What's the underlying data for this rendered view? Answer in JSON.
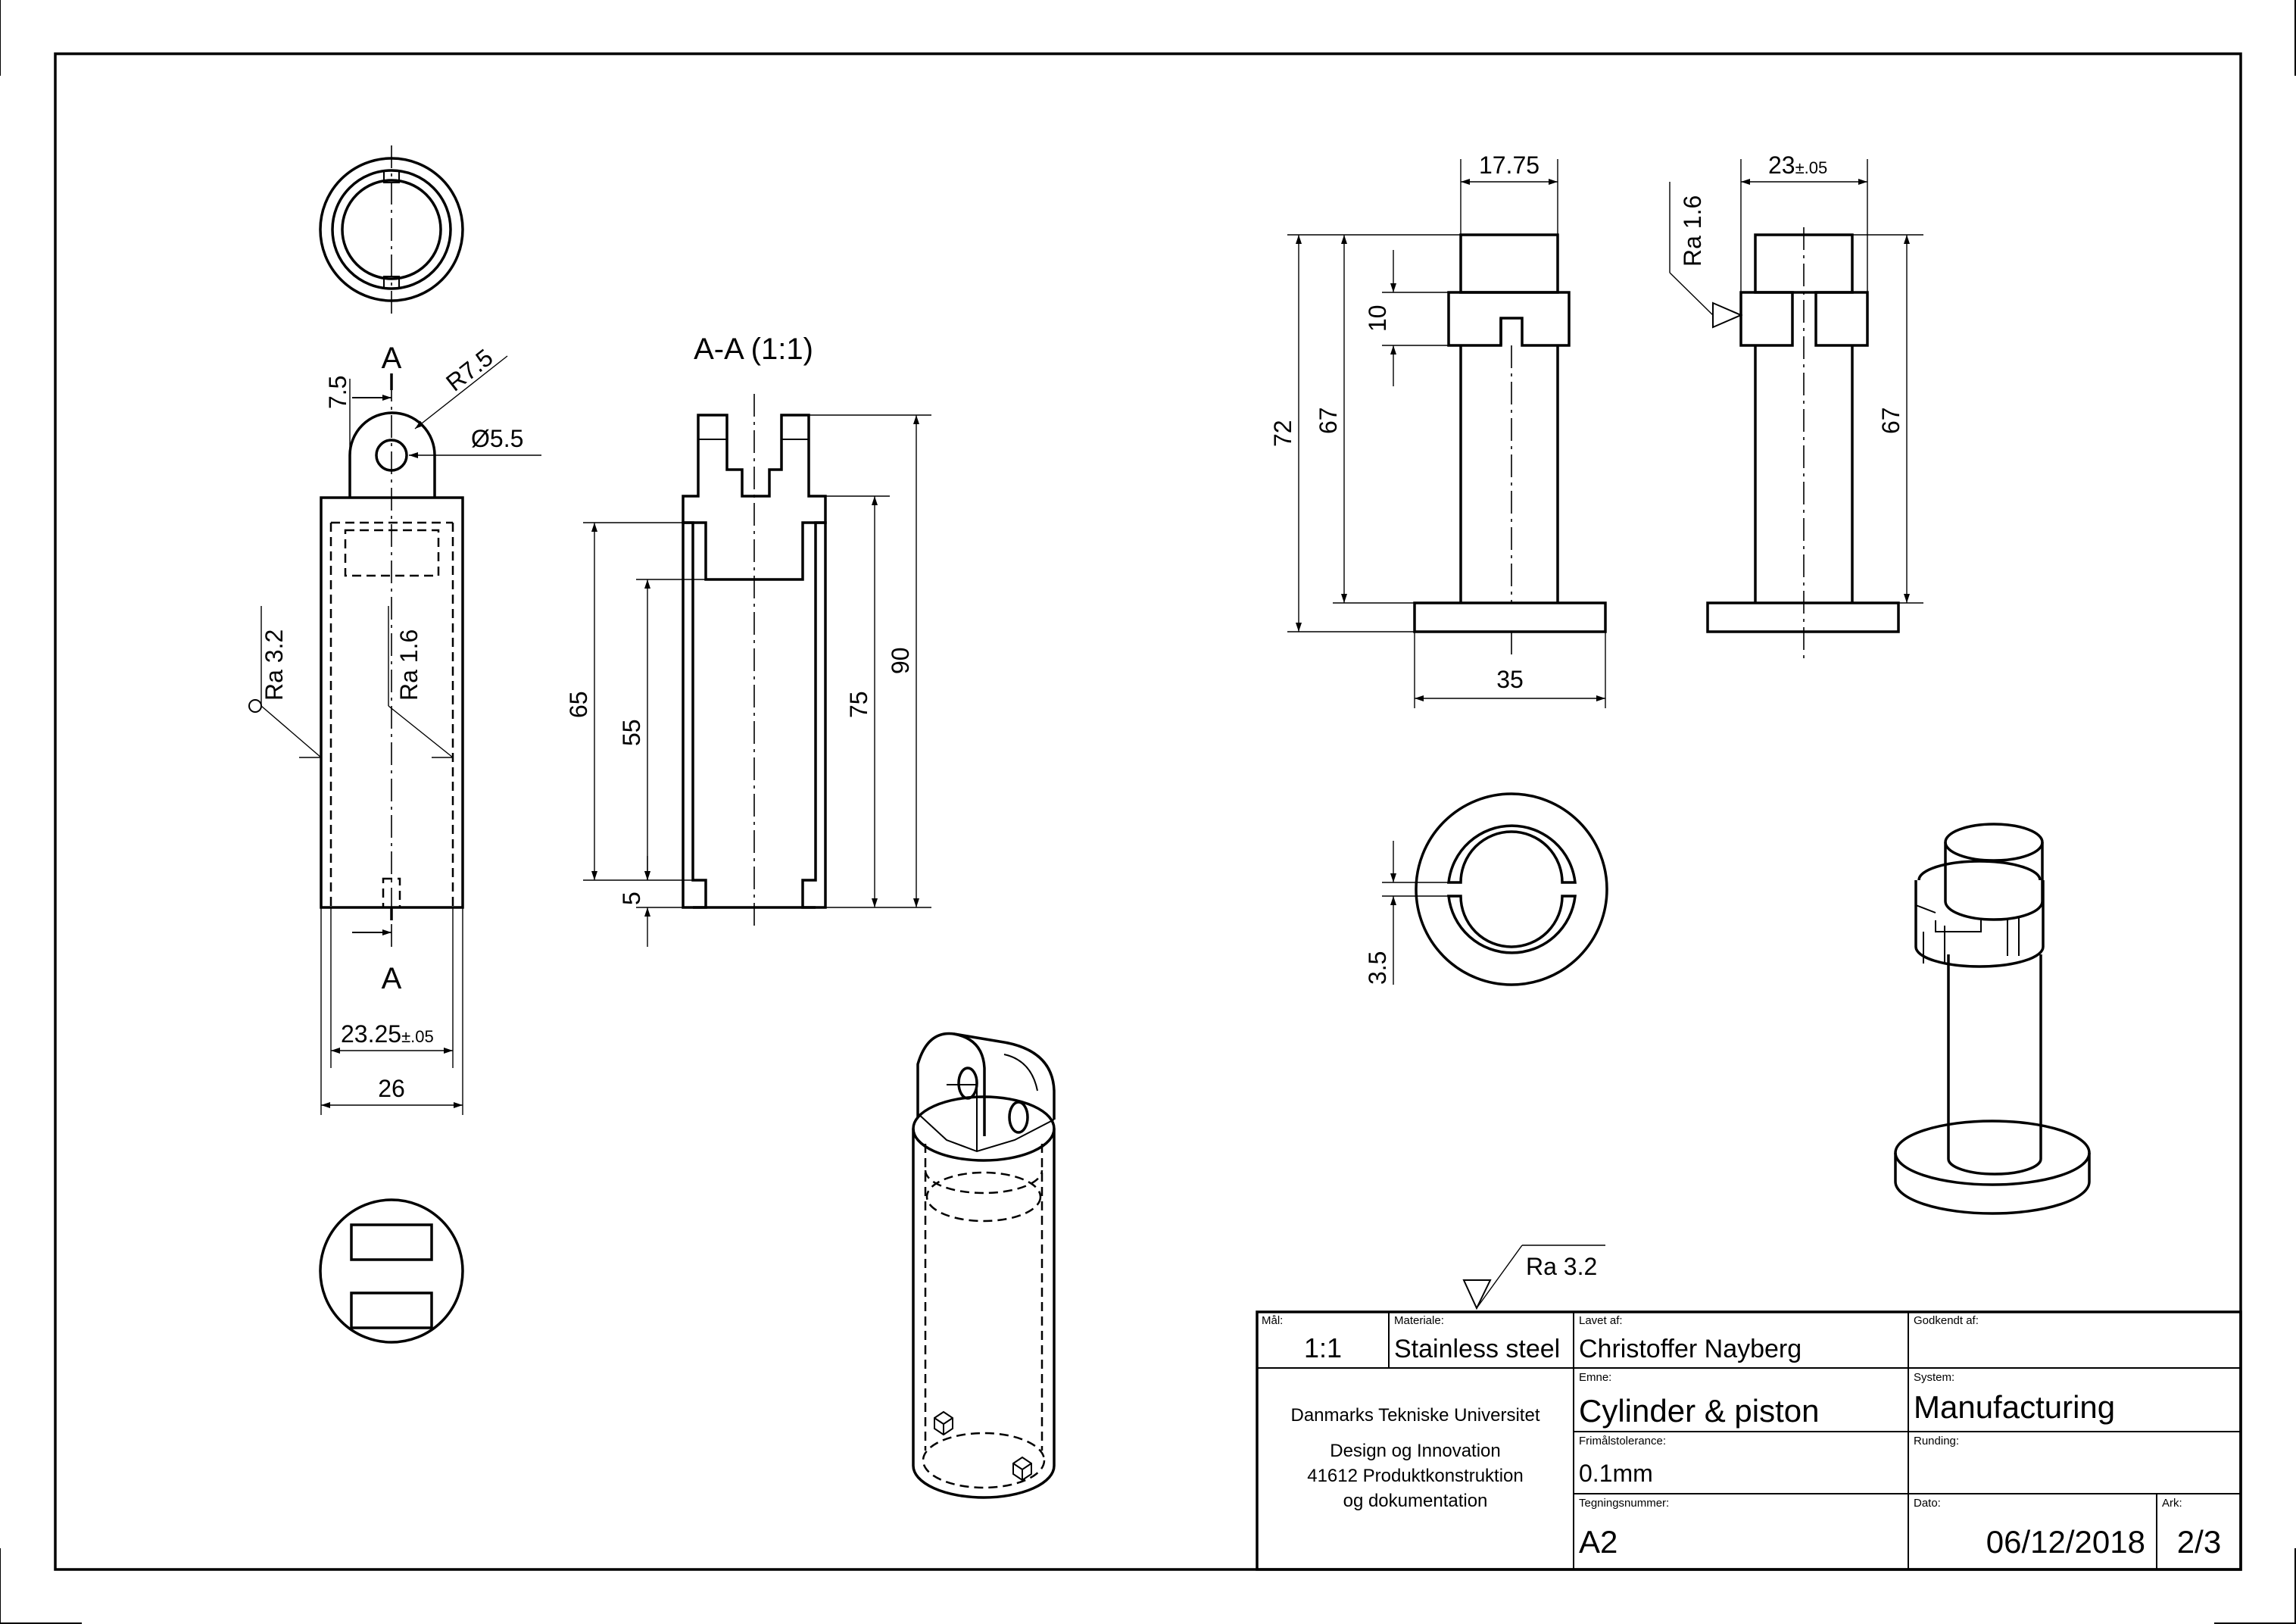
{
  "sheet": {
    "section_label": "A-A (1:1)",
    "section_marker_top": "A",
    "section_marker_bottom": "A"
  },
  "dimensions": {
    "cyl_offset": "7.5",
    "cyl_radius": "R7.5",
    "cyl_hole": "Ø5.5",
    "cyl_ra_outer": "Ra 3.2",
    "cyl_ra_inner": "Ra 1.6",
    "cyl_bore": "23.25",
    "cyl_bore_tol": "±.05",
    "cyl_outer": "26",
    "sec_65": "65",
    "sec_55": "55",
    "sec_5": "5",
    "sec_75": "75",
    "sec_90": "90",
    "piston_width": "17.75",
    "piston_head": "23",
    "piston_head_tol": "±.05",
    "piston_ra": "Ra 1.6",
    "piston_72": "72",
    "piston_67": "67",
    "piston_10": "10",
    "piston_67_right": "67",
    "piston_base": "35",
    "piston_slot": "3.5",
    "general_ra": "Ra 3.2"
  },
  "title_block": {
    "scale_label": "Mål:",
    "scale_value": "1:1",
    "material_label": "Materiale:",
    "material_value": "Stainless steel",
    "made_by_label": "Lavet af:",
    "made_by_value": "Christoffer Nayberg",
    "approved_label": "Godkendt af:",
    "approved_value": "",
    "university": "Danmarks Tekniske Universitet",
    "department": "Design og Innovation",
    "course": "41612 Produktkonstruktion",
    "course_2": "og dokumentation",
    "subject_label": "Emne:",
    "subject_value": "Cylinder & piston",
    "system_label": "System:",
    "system_value": "Manufacturing",
    "tolerance_label": "Frimålstolerance:",
    "tolerance_value": "0.1mm",
    "rounding_label": "Runding:",
    "rounding_value": "",
    "drawing_no_label": "Tegningsnummer:",
    "drawing_no_value": "A2",
    "date_label": "Dato:",
    "date_value": "06/12/2018",
    "sheet_label": "Ark:",
    "sheet_value": "2/3"
  }
}
